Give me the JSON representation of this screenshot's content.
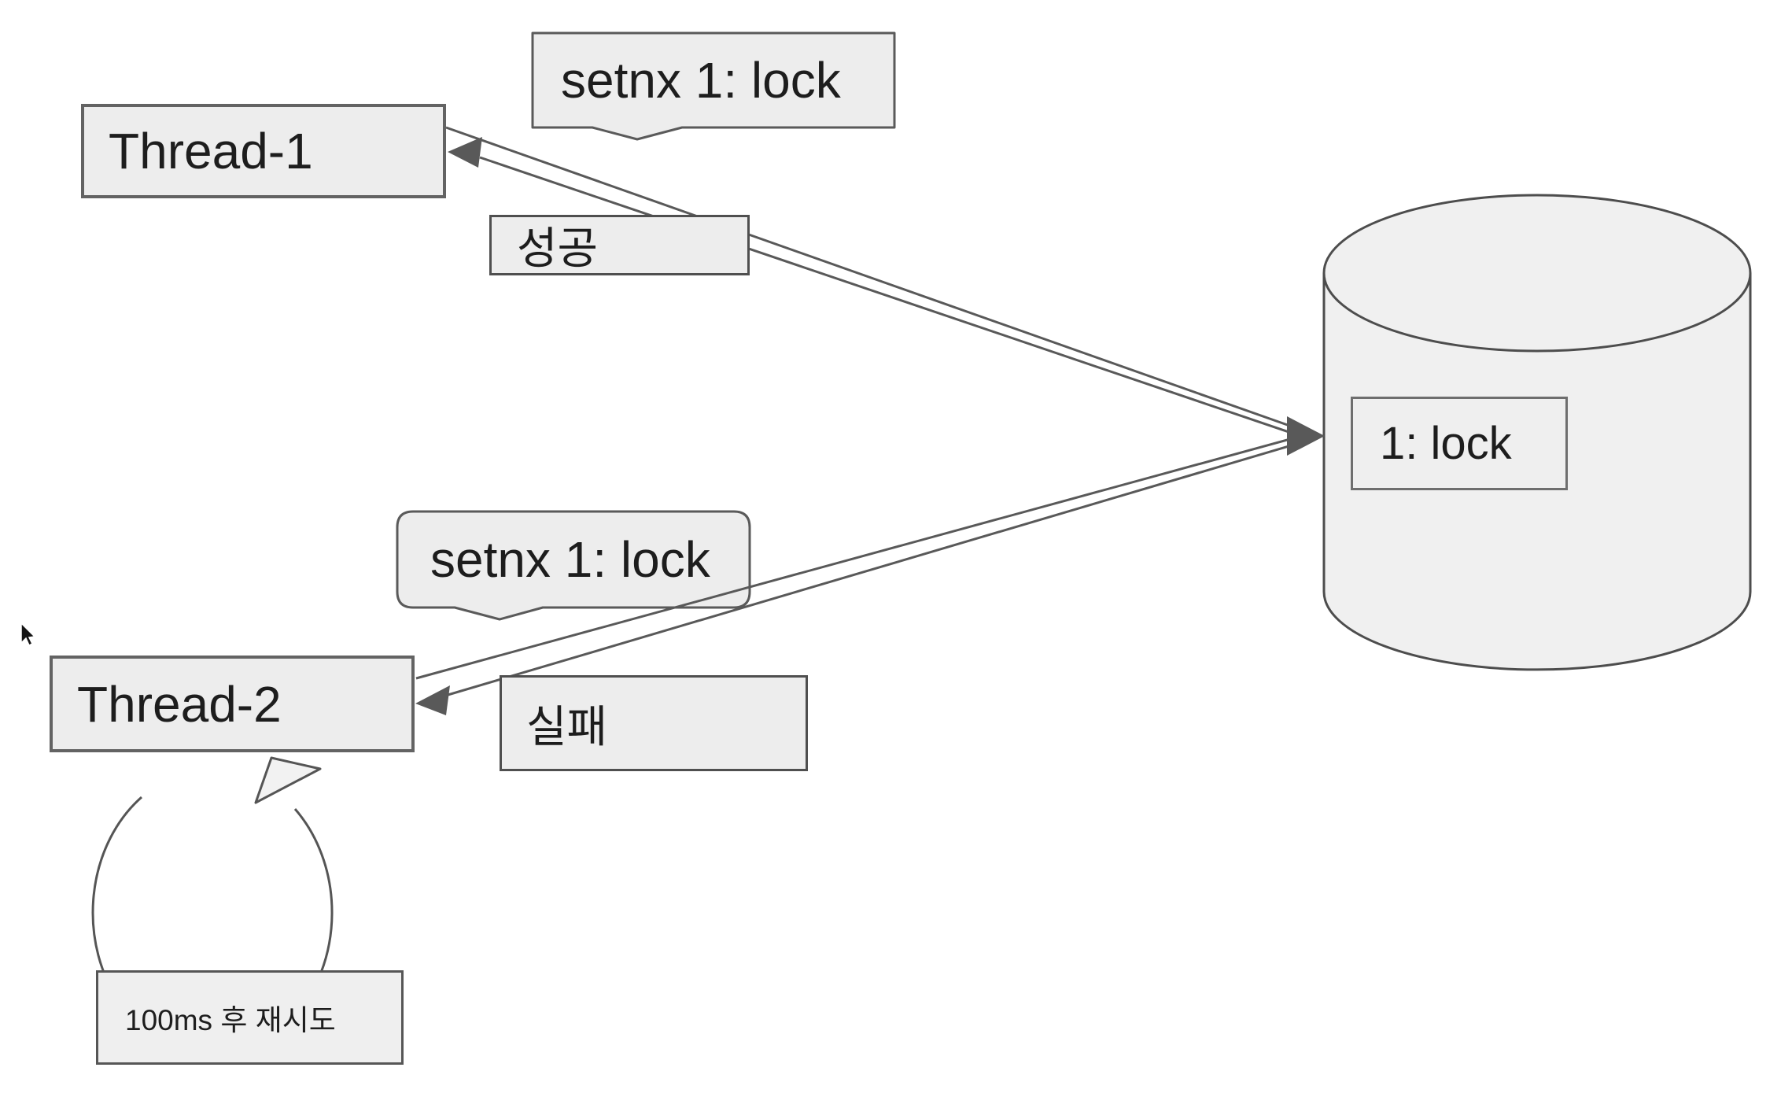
{
  "palette": {
    "background": "#ffffff",
    "shape_fill": "#ededed",
    "cylinder_fill": "#f0f0f0",
    "shape_border": "#5a5a5a",
    "connector": "#595959",
    "text": "#1d1d1d"
  },
  "nodes": {
    "thread1": {
      "label": "Thread-1"
    },
    "thread2": {
      "label": "Thread-2"
    },
    "database_value": {
      "label": "1: lock"
    },
    "retry_note": {
      "label": "100ms 후 재시도"
    }
  },
  "callouts": {
    "thread1_command": {
      "label": "setnx 1: lock"
    },
    "thread2_command": {
      "label": "setnx 1: lock"
    }
  },
  "results": {
    "thread1_result": {
      "label": "성공"
    },
    "thread2_result": {
      "label": "실패"
    }
  },
  "icons": {
    "database": "db-cylinder-icon",
    "retry": "loop-arrow-icon",
    "pointer": "mouse-cursor-icon"
  }
}
